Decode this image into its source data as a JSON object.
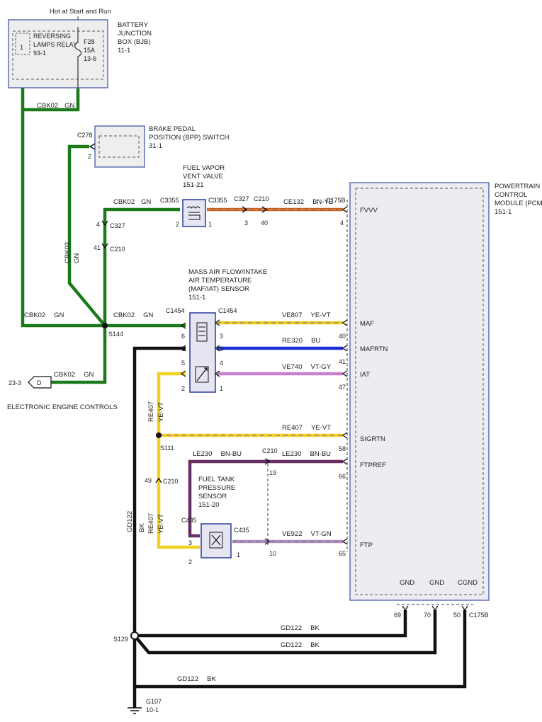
{
  "top": {
    "hot_label": "Hot at Start and Run"
  },
  "bjb": {
    "title_l1": "BATTERY",
    "title_l2": "JUNCTION",
    "title_l3": "BOX (BJB)",
    "title_l4": "11-1",
    "relay_l1": "REVERSING",
    "relay_l2": "LAMPS RELAY",
    "relay_ref": "93-1",
    "relay_pin": "1",
    "fuse_l1": "F28",
    "fuse_l2": "15A",
    "fuse_l3": "13-6"
  },
  "bpp": {
    "title_l1": "BRAKE PEDAL",
    "title_l2": "POSITION (BPP) SWITCH",
    "title_l3": "31-1",
    "connector": "C278",
    "pin": "2"
  },
  "fvvv": {
    "title_l1": "FUEL VAPOR",
    "title_l2": "VENT VALVE",
    "title_l3": "151-21",
    "conn_left": "C3355",
    "conn_right": "C3355",
    "pin_left": "2",
    "pin_right": "1"
  },
  "maf": {
    "title_l1": "MASS AIR FLOW/INTAKE",
    "title_l2": "AIR TEMPERATURE",
    "title_l3": "(MAF/IAT) SENSOR",
    "title_l4": "151-1",
    "conn_left": "C1454",
    "conn_right": "C1454",
    "pins_left": [
      "6",
      "1",
      "5",
      "2"
    ],
    "pins_right": [
      "3",
      "3",
      "4",
      "1"
    ]
  },
  "ftp": {
    "title_l1": "FUEL TANK",
    "title_l2": "PRESSURE",
    "title_l3": "SENSOR",
    "title_l4": "151-20",
    "conn_left": "C435",
    "conn_right": "C435",
    "pin_top": "3",
    "pin_bottom": "2",
    "pin_right": "1"
  },
  "pcm": {
    "title_l1": "POWERTRAIN",
    "title_l2": "CONTROL",
    "title_l3": "MODULE (PCM)",
    "title_l4": "151-1",
    "connector_top": "C175B",
    "connector_bottom": "C175B",
    "pins": [
      {
        "name": "FVVV",
        "num": "4"
      },
      {
        "name": "MAF",
        "num": "40"
      },
      {
        "name": "MAFRTN",
        "num": "41"
      },
      {
        "name": "IAT",
        "num": "47"
      },
      {
        "name": "SIGRTN",
        "num": "58"
      },
      {
        "name": "FTPREF",
        "num": "66"
      },
      {
        "name": "FTP",
        "num": "65"
      }
    ],
    "gnd_pins": [
      {
        "name": "GND",
        "num": "69"
      },
      {
        "name": "GND",
        "num": "70"
      },
      {
        "name": "CGND",
        "num": "50"
      }
    ]
  },
  "wires": {
    "cbk02_bjb": {
      "code": "CBK02",
      "color": "GN"
    },
    "cbk02_fvvv": {
      "code": "CBK02",
      "color": "GN"
    },
    "cbk02_vert": {
      "code": "CBK02",
      "color": "GN"
    },
    "cbk02_left": {
      "code": "CBK02",
      "color": "GN"
    },
    "cbk02_right": {
      "code": "CBK02",
      "color": "GN"
    },
    "cbk02_eec": {
      "code": "CBK02",
      "color": "GN"
    },
    "ce132": {
      "code": "CE132",
      "color": "BN-YE"
    },
    "ve807": {
      "code": "VE807",
      "color": "YE-VT"
    },
    "re320": {
      "code": "RE320",
      "color": "BU"
    },
    "ve740": {
      "code": "VE740",
      "color": "VT-GY"
    },
    "re407_h": {
      "code": "RE407",
      "color": "YE-VT"
    },
    "re407_v1": {
      "code": "RE407",
      "color": "YE-VT"
    },
    "re407_v2": {
      "code": "RE407",
      "color": "YE-VT"
    },
    "le230_l": {
      "code": "LE230",
      "color": "BN-BU"
    },
    "le230_r": {
      "code": "LE230",
      "color": "BN-BU"
    },
    "ve922": {
      "code": "VE922",
      "color": "VT-GN"
    },
    "gd122_v": {
      "code": "GD122",
      "color": "BK"
    },
    "gd122_1": {
      "code": "GD122",
      "color": "BK"
    },
    "gd122_2": {
      "code": "GD122",
      "color": "BK"
    },
    "gd122_3": {
      "code": "GD122",
      "color": "BK"
    }
  },
  "connectors": {
    "c327_left": {
      "name": "C327",
      "pin": "4"
    },
    "c210_left": {
      "name": "C210",
      "pin": "41"
    },
    "c327_mid": {
      "name": "C327",
      "pin": "3"
    },
    "c210_mid": {
      "name": "C210",
      "pin": "40"
    },
    "c210_ftp": {
      "name": "C210",
      "pin_top": "19",
      "pin_bottom": "10"
    },
    "c210_re407": {
      "name": "C210",
      "pin": "49"
    }
  },
  "splices": {
    "s144": "S144",
    "s111": "S111",
    "s129": "S129"
  },
  "eec": {
    "letter": "D",
    "ref": "23-3",
    "label": "ELECTRONIC ENGINE CONTROLS"
  },
  "ground": {
    "name": "G107",
    "ref": "10-1"
  }
}
